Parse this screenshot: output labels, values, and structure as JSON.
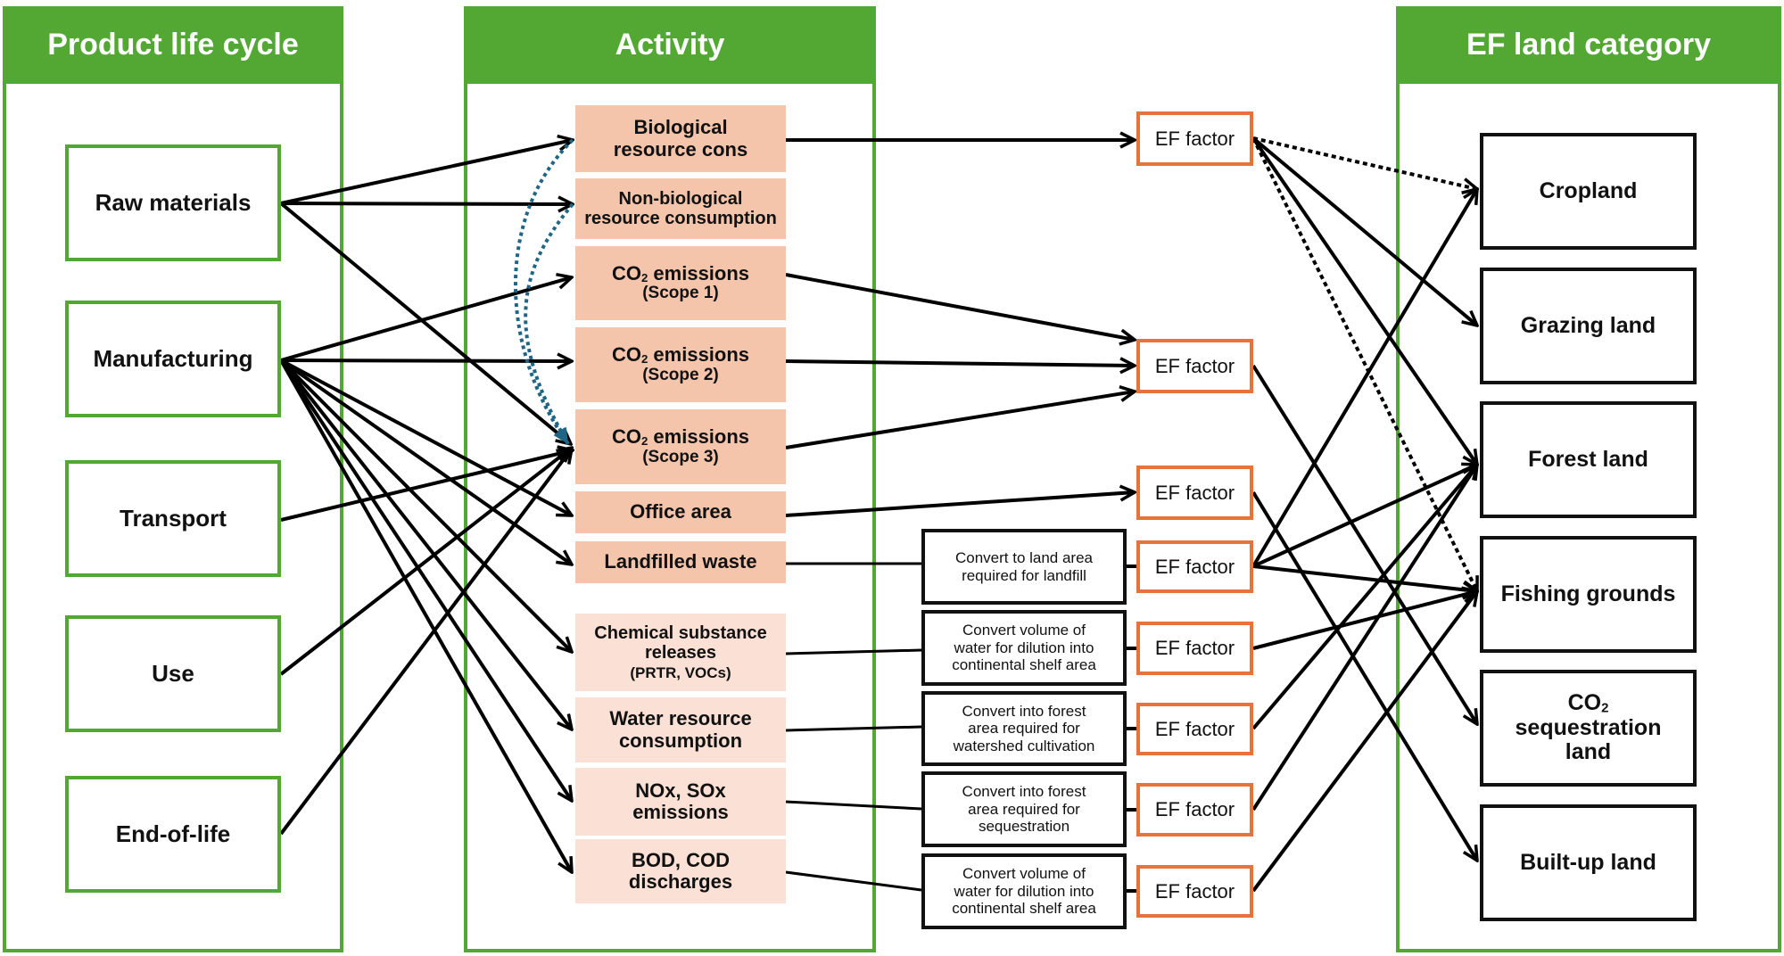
{
  "columns": {
    "lifecycle": "Product life cycle",
    "activity": "Activity",
    "land": "EF land category"
  },
  "lifecycle": [
    {
      "id": "raw",
      "label": "Raw materials"
    },
    {
      "id": "mfg",
      "label": "Manufacturing"
    },
    {
      "id": "transport",
      "label": "Transport"
    },
    {
      "id": "use",
      "label": "Use"
    },
    {
      "id": "eol",
      "label": "End-of-life"
    }
  ],
  "activities": [
    {
      "id": "bio",
      "line1": "Biological",
      "line2": "resource cons",
      "line3": ""
    },
    {
      "id": "nonbio",
      "line1": "Non-biological",
      "line2": "resource consumption",
      "line3": ""
    },
    {
      "id": "s1",
      "line1": "CO",
      "sub": "2",
      "line1b": " emissions",
      "line2": "(Scope 1)",
      "line3": ""
    },
    {
      "id": "s2",
      "line1": "CO",
      "sub": "2",
      "line1b": " emissions",
      "line2": "(Scope 2)",
      "line3": ""
    },
    {
      "id": "s3",
      "line1": "CO",
      "sub": "2",
      "line1b": " emissions",
      "line2": "(Scope 3)",
      "line3": ""
    },
    {
      "id": "office",
      "line1": "Office area",
      "line2": "",
      "line3": ""
    },
    {
      "id": "landfill",
      "line1": "Landfilled waste",
      "line2": "",
      "line3": ""
    },
    {
      "id": "chem",
      "line1": "Chemical substance",
      "line2": "releases",
      "line3": "(PRTR, VOCs)"
    },
    {
      "id": "water",
      "line1": "Water resource",
      "line2": "consumption",
      "line3": ""
    },
    {
      "id": "nox",
      "line1": "NOx, SOx",
      "line2": "emissions",
      "line3": ""
    },
    {
      "id": "bod",
      "line1": "BOD, COD",
      "line2": "discharges",
      "line3": ""
    }
  ],
  "conversions": [
    {
      "id": "c1",
      "lines": [
        "Convert to land area",
        "required for landfill"
      ]
    },
    {
      "id": "c2",
      "lines": [
        "Convert volume of",
        "water for dilution into",
        "continental shelf area"
      ]
    },
    {
      "id": "c3",
      "lines": [
        "Convert into forest",
        "area required for",
        "watershed cultivation"
      ]
    },
    {
      "id": "c4",
      "lines": [
        "Convert into forest",
        "area required for",
        "sequestration"
      ]
    },
    {
      "id": "c5",
      "lines": [
        "Convert volume of",
        "water for dilution into",
        "continental shelf area"
      ]
    }
  ],
  "ef_factor_label": "EF factor",
  "ef_factors": [
    "ef1",
    "ef2",
    "ef3",
    "ef4",
    "ef5",
    "ef6",
    "ef7",
    "ef8"
  ],
  "land_categories": [
    {
      "id": "crop",
      "line1": "Cropland"
    },
    {
      "id": "graze",
      "line1": "Grazing land"
    },
    {
      "id": "forest",
      "line1": "Forest land"
    },
    {
      "id": "fish",
      "line1": "Fishing grounds"
    },
    {
      "id": "co2seq",
      "line1": "CO",
      "sub": "2",
      "line2": "sequestration",
      "line3": "land"
    },
    {
      "id": "built",
      "line1": "Built-up land"
    }
  ],
  "links": [
    {
      "from": "raw",
      "to": "bio",
      "style": "solid"
    },
    {
      "from": "raw",
      "to": "nonbio",
      "style": "solid"
    },
    {
      "from": "raw",
      "to": "s3",
      "style": "solid"
    },
    {
      "from": "mfg",
      "to": "s1",
      "style": "solid"
    },
    {
      "from": "mfg",
      "to": "s2",
      "style": "solid"
    },
    {
      "from": "mfg",
      "to": "office",
      "style": "solid"
    },
    {
      "from": "mfg",
      "to": "landfill",
      "style": "solid"
    },
    {
      "from": "mfg",
      "to": "chem",
      "style": "solid"
    },
    {
      "from": "mfg",
      "to": "water",
      "style": "solid"
    },
    {
      "from": "mfg",
      "to": "nox",
      "style": "solid"
    },
    {
      "from": "mfg",
      "to": "bod",
      "style": "solid"
    },
    {
      "from": "transport",
      "to": "s3",
      "style": "solid"
    },
    {
      "from": "use",
      "to": "s3",
      "style": "solid"
    },
    {
      "from": "eol",
      "to": "s3",
      "style": "solid"
    },
    {
      "from": "bio",
      "to": "s3",
      "style": "blue-dotted"
    },
    {
      "from": "nonbio",
      "to": "s3",
      "style": "blue-dotted"
    },
    {
      "from": "bio",
      "to": "ef1",
      "style": "solid"
    },
    {
      "from": "s1",
      "to": "ef2",
      "style": "solid"
    },
    {
      "from": "s2",
      "to": "ef2",
      "style": "solid"
    },
    {
      "from": "s3",
      "to": "ef2",
      "style": "solid"
    },
    {
      "from": "office",
      "to": "ef3",
      "style": "solid"
    },
    {
      "from": "landfill",
      "to": "c1",
      "style": "plain"
    },
    {
      "from": "chem",
      "to": "c2",
      "style": "plain"
    },
    {
      "from": "water",
      "to": "c3",
      "style": "plain"
    },
    {
      "from": "nox",
      "to": "c4",
      "style": "plain"
    },
    {
      "from": "bod",
      "to": "c5",
      "style": "plain"
    },
    {
      "from": "ef1",
      "to": "crop",
      "style": "dotted"
    },
    {
      "from": "ef1",
      "to": "graze",
      "style": "solid"
    },
    {
      "from": "ef1",
      "to": "forest",
      "style": "solid"
    },
    {
      "from": "ef1",
      "to": "fish",
      "style": "dotted"
    },
    {
      "from": "ef2",
      "to": "co2seq",
      "style": "solid"
    },
    {
      "from": "ef3",
      "to": "built",
      "style": "solid"
    },
    {
      "from": "ef4",
      "to": "crop",
      "style": "solid"
    },
    {
      "from": "ef4",
      "to": "forest",
      "style": "solid"
    },
    {
      "from": "ef4",
      "to": "fish",
      "style": "solid"
    },
    {
      "from": "ef5",
      "to": "fish",
      "style": "solid"
    },
    {
      "from": "ef6",
      "to": "forest",
      "style": "solid"
    },
    {
      "from": "ef7",
      "to": "forest",
      "style": "solid"
    },
    {
      "from": "ef8",
      "to": "fish",
      "style": "solid"
    }
  ],
  "colors": {
    "panel_green": "#52a832",
    "activity_dark": "#f5c5ab",
    "activity_light": "#fbe1d5",
    "ef_orange": "#e8733a",
    "scope3_link_blue": "#1f6585"
  }
}
